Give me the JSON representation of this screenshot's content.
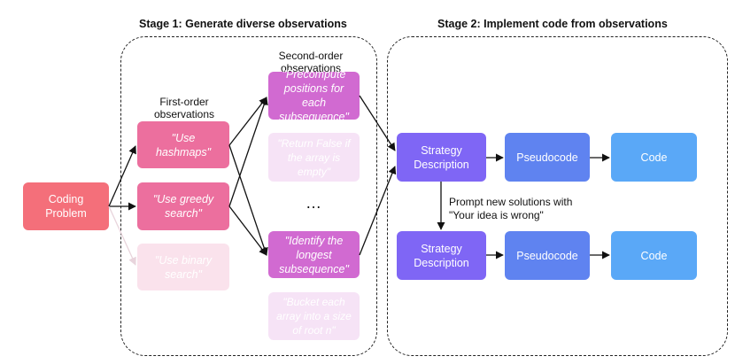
{
  "stage1": {
    "title": "Stage 1: Generate diverse observations"
  },
  "stage2": {
    "title": "Stage 2: Implement code from observations"
  },
  "problem": {
    "label": "Coding Problem"
  },
  "first_order": {
    "label": "First-order observations",
    "items": [
      "\"Use hashmaps\"",
      "\"Use greedy search\"",
      "\"Use binary search\""
    ]
  },
  "second_order": {
    "label": "Second-order observations",
    "items": [
      "\"Precompute positions for each subsequence\"",
      "\"Return False if the array is empty\"",
      "\"Identify the longest subsequence\"",
      "\"Bucket each array into a size of root n\""
    ],
    "ellipsis": "…"
  },
  "pipeline": {
    "strategy": "Strategy Description",
    "pseudocode": "Pseudocode",
    "code": "Code"
  },
  "prompt": {
    "line1": "Prompt new solutions with",
    "line2": "\"Your idea is wrong\""
  },
  "colors": {
    "coding_problem": "#f46f7a",
    "first_order": "#ec6f9e",
    "second_order": "#d16ad1",
    "strategy": "#7f66f5",
    "pseudocode": "#5f83f0",
    "code": "#5aa8f7"
  }
}
